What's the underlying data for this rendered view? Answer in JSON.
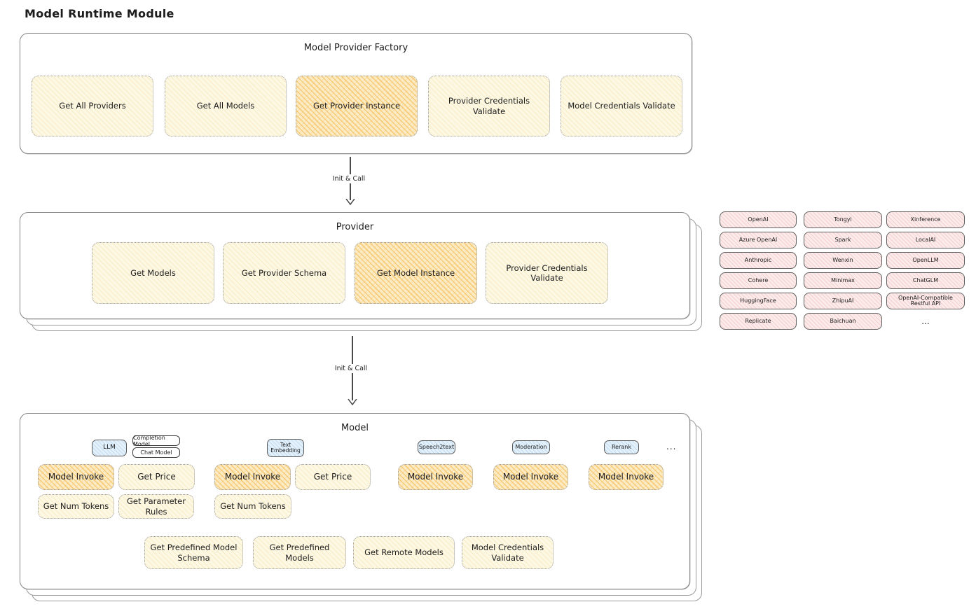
{
  "title": "Model Runtime Module",
  "factory": {
    "title": "Model Provider Factory",
    "buttons": [
      "Get All Providers",
      "Get All Models",
      "Get Provider Instance",
      "Provider Credentials Validate",
      "Model Credentials Validate"
    ]
  },
  "arrows": [
    {
      "label": "Init & Call"
    },
    {
      "label": "Init & Call"
    }
  ],
  "provider": {
    "title": "Provider",
    "buttons": [
      "Get Models",
      "Get Provider Schema",
      "Get Model Instance",
      "Provider Credentials Validate"
    ]
  },
  "providers_grid": {
    "rows": [
      [
        "OpenAI",
        "Tongyi",
        "Xinference"
      ],
      [
        "Azure OpenAI",
        "Spark",
        "LocalAI"
      ],
      [
        "Anthropic",
        "Wenxin",
        "OpenLLM"
      ],
      [
        "Cohere",
        "Minimax",
        "ChatGLM"
      ],
      [
        "HuggingFace",
        "ZhipuAI",
        "OpenAI-Compatible Restful API"
      ],
      [
        "Replicate",
        "Baichuan",
        "..."
      ]
    ]
  },
  "model": {
    "title": "Model",
    "groups": {
      "llm": {
        "tab": "LLM",
        "subtabs": [
          "Completion Model",
          "Chat Model"
        ],
        "buttons": [
          "Model Invoke",
          "Get Price",
          "Get Num Tokens",
          "Get Parameter Rules"
        ]
      },
      "text_embedding": {
        "tab": "Text Embedding",
        "buttons": [
          "Model Invoke",
          "Get Price",
          "Get Num Tokens"
        ]
      },
      "speech2text": {
        "tab": "Speech2text",
        "buttons": [
          "Model Invoke"
        ]
      },
      "moderation": {
        "tab": "Moderation",
        "buttons": [
          "Model Invoke"
        ]
      },
      "rerank": {
        "tab": "Rerank",
        "buttons": [
          "Model Invoke"
        ]
      },
      "more": "..."
    },
    "shared_buttons": [
      "Get Predefined Model Schema",
      "Get Predefined Models",
      "Get Remote Models",
      "Model Credentials Validate"
    ]
  },
  "colors": {
    "button_fill_light": "#fdf8e4",
    "button_fill_active": "#fcecc6",
    "hatch_orange": "#f2a624",
    "tab_fill_blue": "#e4f1fb",
    "hatch_blue": "#6ea5d7",
    "provider_fill_pink": "#fcebeb",
    "hatch_red": "#de7d7d",
    "box_border": "#868686",
    "text": "#1c1c1c"
  }
}
